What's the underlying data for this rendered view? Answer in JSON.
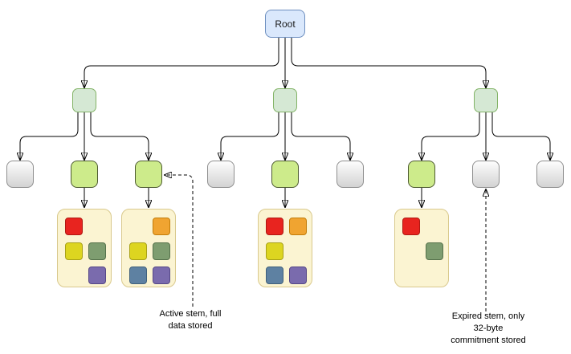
{
  "root": {
    "label": "Root"
  },
  "annotations": {
    "active_stem": "Active stem, full\ndata stored",
    "expired_stem": "Expired stem, only\n32-byte\ncommitment stored"
  },
  "palette": {
    "canvas_bg": "#ffffff",
    "edge": "#000000",
    "root_fill": "#dae8fc",
    "root_border": "#6c8ebf",
    "internal_fill": "#d5e8d4",
    "internal_border": "#82b366",
    "active_fill": "#cdeb8b",
    "active_border": "#4d5a31",
    "empty_fill_top": "#fdfdfd",
    "empty_fill_bottom": "#d3d3d3",
    "empty_border": "#8f8f8f",
    "container_fill": "#fbf4d2",
    "container_border": "#d9c98d"
  },
  "chip_colors": {
    "red": {
      "fill": "#e8241f",
      "border": "#b01812"
    },
    "orange": {
      "fill": "#f0a431",
      "border": "#c27c09"
    },
    "yellow": {
      "fill": "#ddd520",
      "border": "#a8a117"
    },
    "green": {
      "fill": "#7e9d70",
      "border": "#55714b"
    },
    "blue": {
      "fill": "#5e81a2",
      "border": "#40607c"
    },
    "purple": {
      "fill": "#7a6bad",
      "border": "#554787"
    }
  },
  "containers": [
    {
      "name": "active-stem-data-1",
      "cells": [
        [
          "red",
          0,
          0
        ],
        [
          "yellow",
          1,
          0
        ],
        [
          "green",
          1,
          1
        ],
        [
          "purple",
          2,
          1
        ]
      ]
    },
    {
      "name": "active-stem-data-2",
      "cells": [
        [
          "orange",
          0,
          1
        ],
        [
          "yellow",
          1,
          0
        ],
        [
          "green",
          1,
          1
        ],
        [
          "blue",
          2,
          0
        ],
        [
          "purple",
          2,
          1
        ]
      ]
    },
    {
      "name": "active-stem-data-3",
      "cells": [
        [
          "red",
          0,
          0
        ],
        [
          "orange",
          0,
          1
        ],
        [
          "yellow",
          1,
          0
        ],
        [
          "blue",
          2,
          0
        ],
        [
          "purple",
          2,
          1
        ]
      ]
    },
    {
      "name": "active-stem-data-4",
      "cells": [
        [
          "red",
          0,
          0
        ],
        [
          "green",
          1,
          1
        ]
      ]
    }
  ]
}
